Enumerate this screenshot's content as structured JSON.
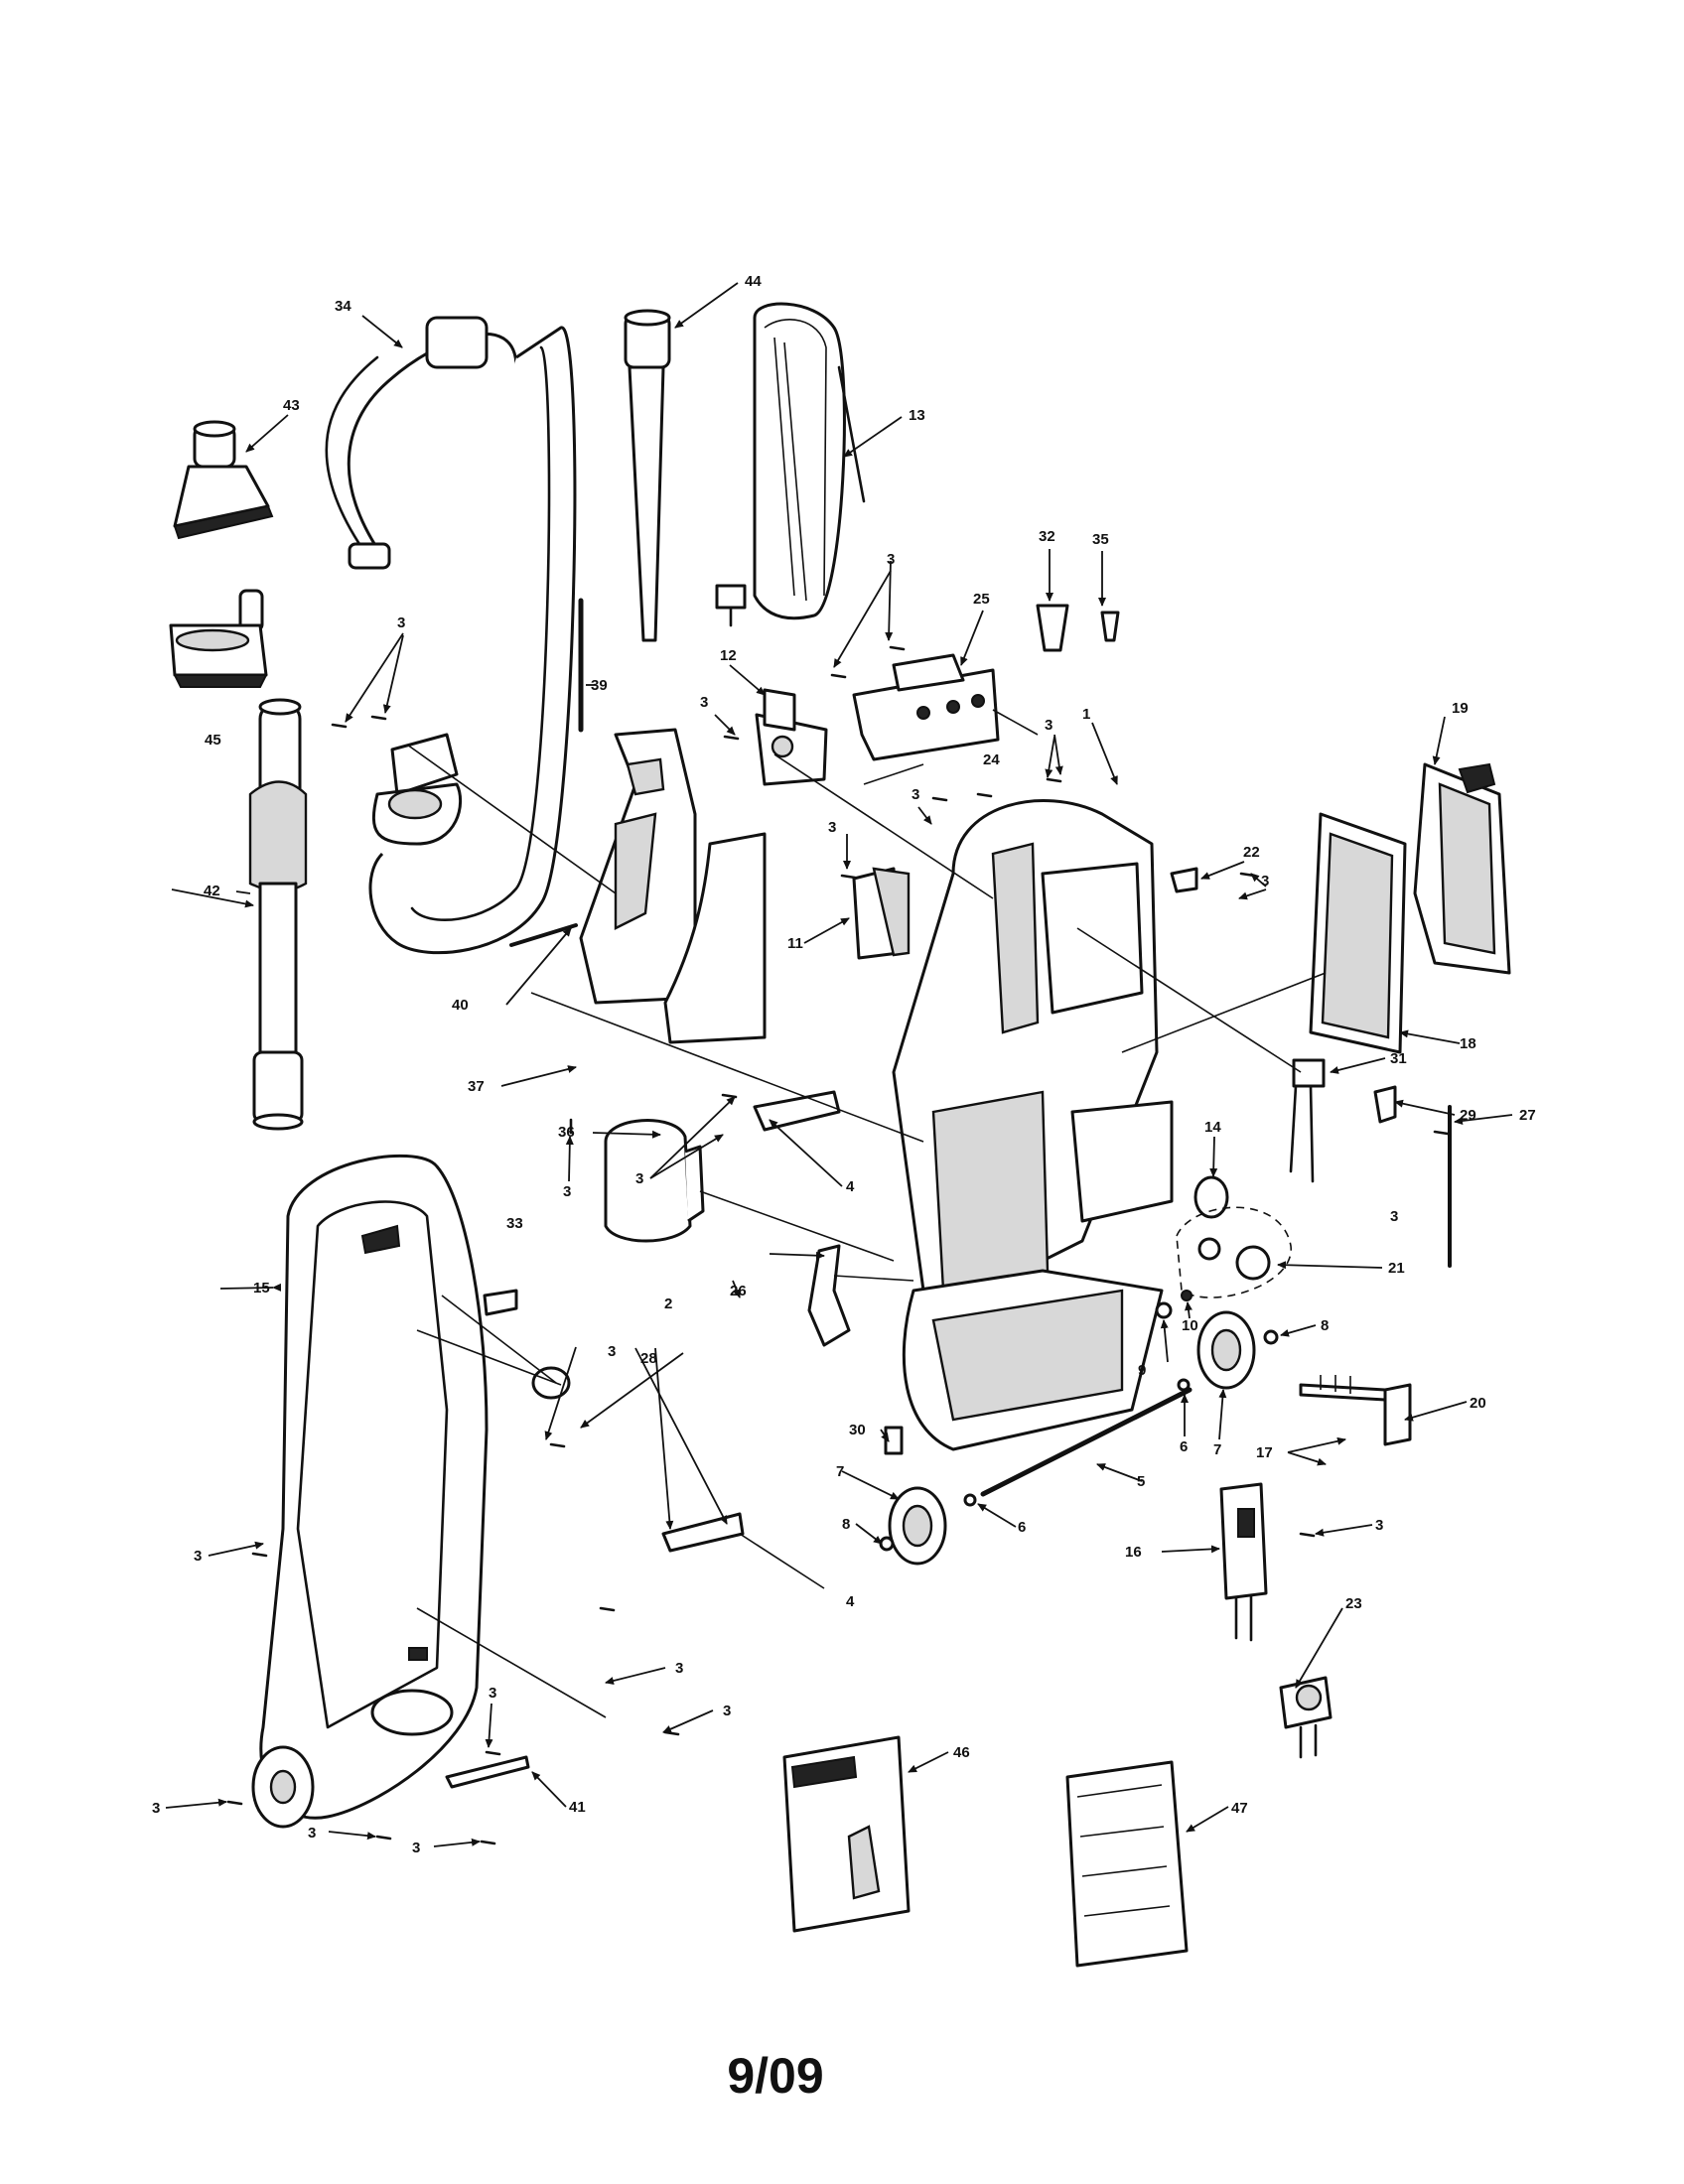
{
  "diagram": {
    "footer": "9/09",
    "callouts": {
      "c1": "1",
      "c2": "2",
      "c3": "3",
      "c4": "4",
      "c5": "5",
      "c6": "6",
      "c7": "7",
      "c8": "8",
      "c9": "9",
      "c10": "10",
      "c11": "11",
      "c12": "12",
      "c13": "13",
      "c14": "14",
      "c15": "15",
      "c16": "16",
      "c17": "17",
      "c18": "18",
      "c19": "19",
      "c20": "20",
      "c21": "21",
      "c22": "22",
      "c23": "23",
      "c24": "24",
      "c25": "25",
      "c26": "26",
      "c27": "27",
      "c28": "28",
      "c29": "29",
      "c30": "30",
      "c31": "31",
      "c32": "32",
      "c33": "33",
      "c34": "34",
      "c35": "35",
      "c36": "36",
      "c37": "37",
      "c39": "39",
      "c40": "40",
      "c41": "41",
      "c42": "42",
      "c43": "43",
      "c44": "44",
      "c45": "45",
      "c46": "46",
      "c47": "47"
    }
  }
}
